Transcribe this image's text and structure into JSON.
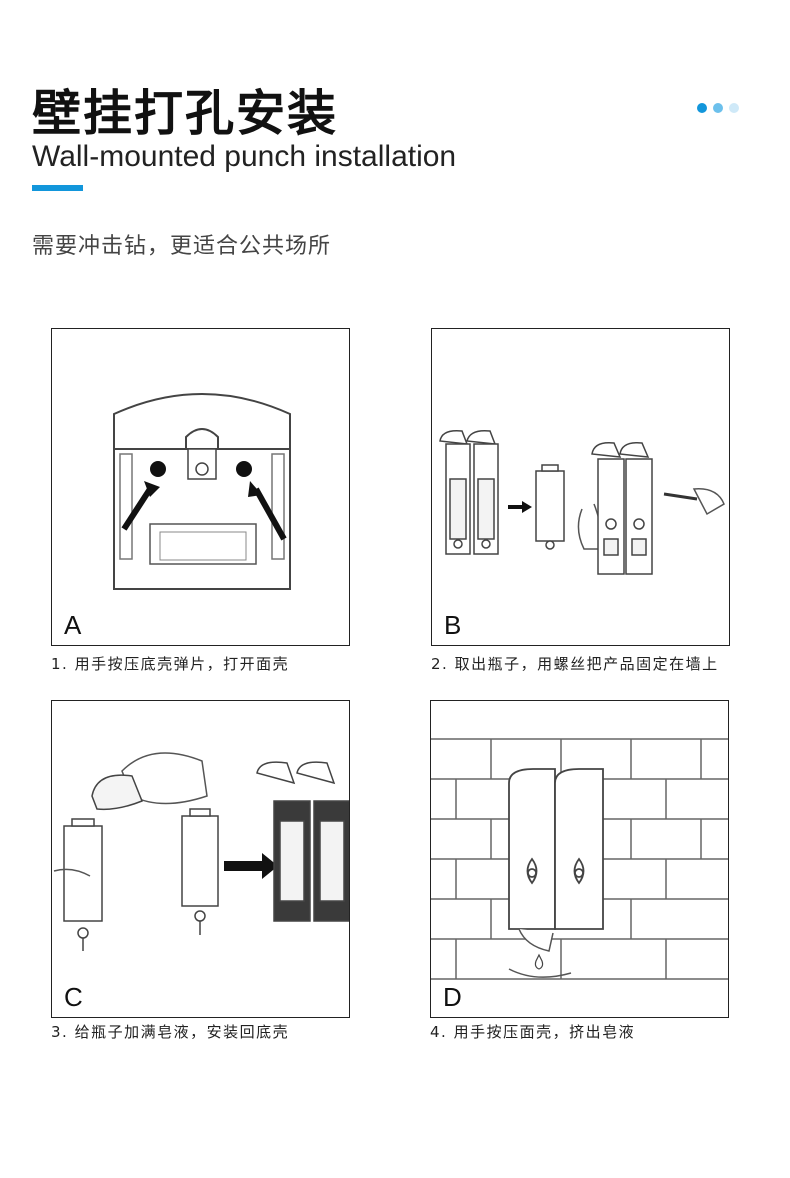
{
  "header": {
    "title_cn": "壁挂打孔安装",
    "title_en": "Wall-mounted punch installation",
    "subtitle": "需要冲击钻，更适合公共场所",
    "accent_color": "#1296db",
    "pager_colors": [
      "#1296db",
      "#6cc0ec",
      "#cfe9f8"
    ]
  },
  "steps": [
    {
      "letter": "A",
      "caption": "1. 用手按压底壳弹片，打开面壳"
    },
    {
      "letter": "B",
      "caption": "2. 取出瓶子，用螺丝把产品固定在墙上"
    },
    {
      "letter": "C",
      "caption": "3. 给瓶子加满皂液，安装回底壳"
    },
    {
      "letter": "D",
      "caption": "4. 用手按压面壳，挤出皂液"
    }
  ]
}
